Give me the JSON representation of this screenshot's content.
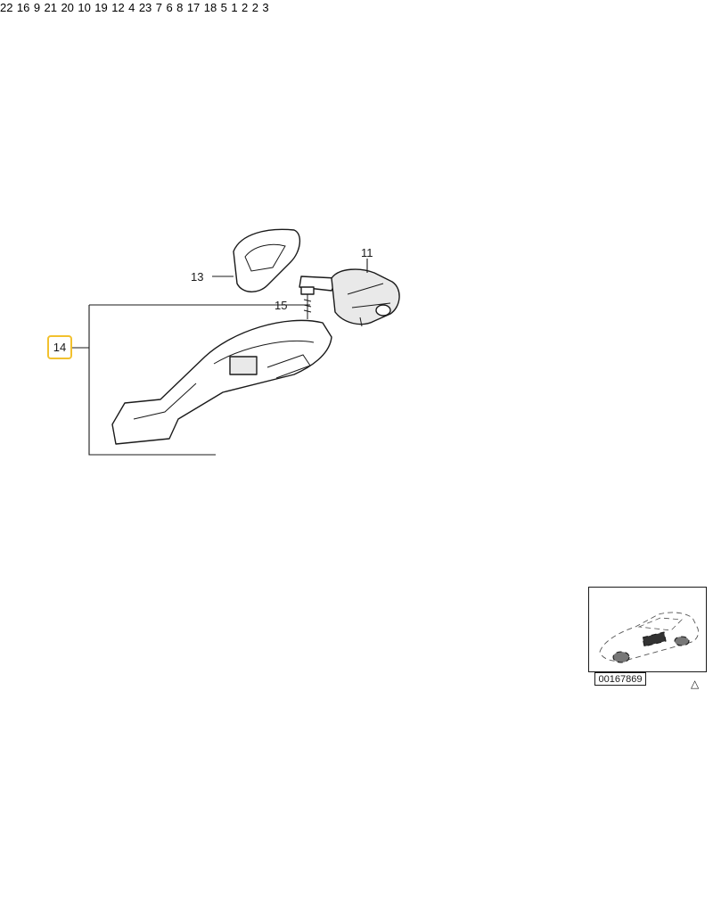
{
  "diagram": {
    "highlighted_callout": "14",
    "reference_code": "00167869",
    "callouts": {
      "c1": "1",
      "c2a": "2",
      "c2b": "2",
      "c3": "3",
      "c4": "4",
      "c5": "5",
      "c6": "6",
      "c7": "7",
      "c8": "8",
      "c9": "9",
      "c10": "10",
      "c11": "11",
      "c12": "12",
      "c13": "13",
      "c15": "15",
      "c16": "16",
      "c17": "17",
      "c18": "18",
      "c19": "19",
      "c20": "20",
      "c21": "21",
      "c22": "22",
      "c23": "23"
    },
    "warning_glyph": "△"
  }
}
